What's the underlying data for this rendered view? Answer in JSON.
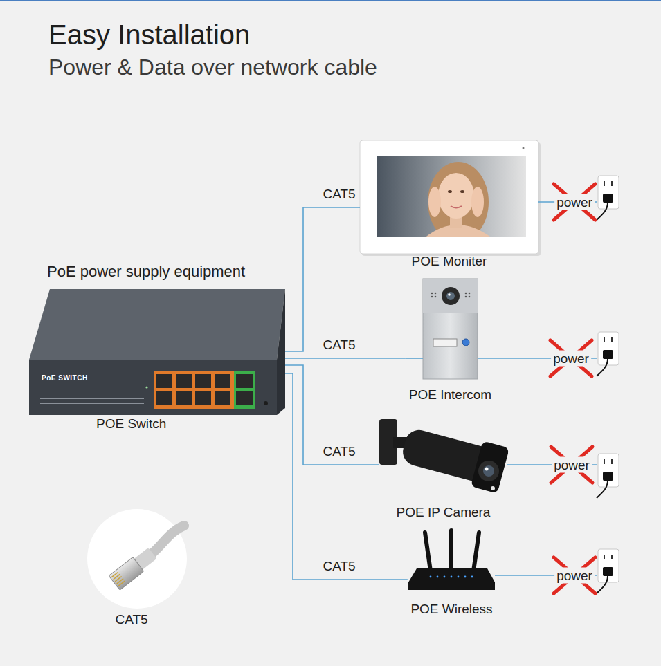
{
  "diagram": {
    "title": "Easy Installation",
    "nodes": [
      {
        "text": [
          "PoE power supply equipment",
          "POE Switch"
        ]
      },
      {
        "text": [
          "POE Moniter"
        ]
      },
      {
        "text": [
          "POE Intercom"
        ]
      },
      {
        "text": [
          "POE IP Camera"
        ]
      },
      {
        "text": [
          "POE Wireless"
        ]
      }
    ],
    "edges": [
      {
        "from": 0,
        "to": 1,
        "arrow": "none",
        "label": "CAT5"
      },
      {
        "from": 0,
        "to": 2,
        "arrow": "none",
        "label": "CAT5"
      },
      {
        "from": 0,
        "to": 3,
        "arrow": "none",
        "label": "CAT5"
      },
      {
        "from": 0,
        "to": 4,
        "arrow": "none",
        "label": "CAT5"
      }
    ],
    "labels": [
      "Power & Data over network cable",
      "PoE SWITCH",
      "power",
      "power",
      "power",
      "power",
      "CAT5"
    ]
  }
}
